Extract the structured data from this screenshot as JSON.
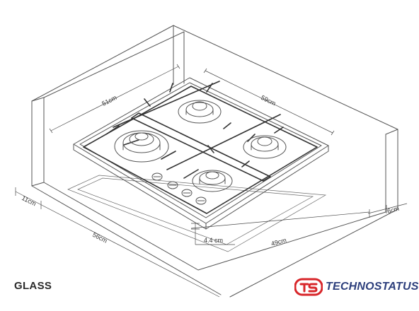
{
  "dimensions": {
    "cutout_width": "51cm",
    "hob_width": "59cm",
    "cutout_depth": "49cm",
    "hob_depth": "56cm",
    "front_margin": "11cm",
    "side_margin": "6cm",
    "height": "4.4 cm"
  },
  "material_label": "GLASS",
  "brand": {
    "name": "TECHNOSTATUS",
    "color": "#2d3f7c",
    "accent": "#d8262a"
  },
  "icons": [
    "technostatus-logo-icon"
  ]
}
